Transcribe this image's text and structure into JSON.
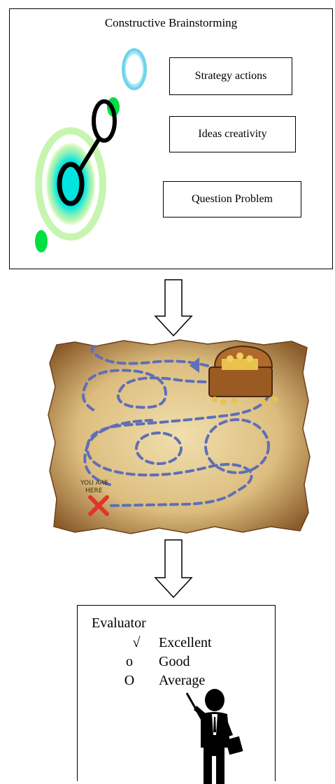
{
  "top_panel": {
    "title": "Constructive Brainstorming",
    "boxes": {
      "strategy": "Strategy actions",
      "ideas": "Ideas creativity",
      "question": "Question Problem"
    }
  },
  "map": {
    "you_are_here_line1": "YOU ARE",
    "you_are_here_line2": "HERE"
  },
  "evaluator": {
    "title": "Evaluator",
    "ratings": [
      {
        "mark": "√",
        "label": "Excellent"
      },
      {
        "mark": "o",
        "label": "Good"
      },
      {
        "mark": "O",
        "label": "Average"
      }
    ]
  },
  "colors": {
    "cyan": "#00e5e0",
    "green": "#00e040",
    "light_blue": "#6fd3ea",
    "path_blue": "#5e6fb8",
    "x_red": "#e0352b",
    "parchment": "#d9b97a"
  },
  "icons": {
    "brainstorm": "brainstorm-molecule-icon",
    "arrow": "down-arrow-icon",
    "map": "treasure-map-icon",
    "chest": "treasure-chest-icon",
    "teacher": "teacher-pointer-icon"
  }
}
